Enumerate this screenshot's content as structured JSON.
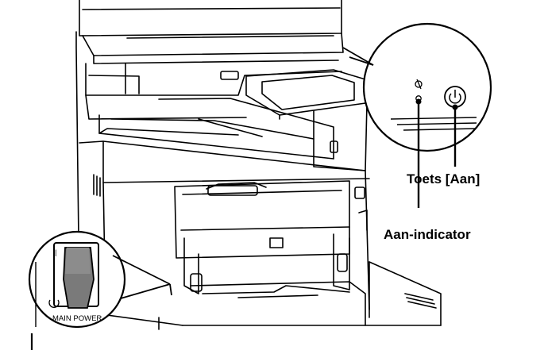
{
  "labels": {
    "power_button": "Toets [Aan]",
    "power_indicator": "Aan-indicator"
  },
  "switch_caption": "MAIN POWER",
  "symbols": {
    "power_icon": "power-icon",
    "eco_icon": "eco-icon"
  },
  "colors": {
    "line": "#000000",
    "switch_gray": "#7a7a7a",
    "background": "#ffffff"
  }
}
